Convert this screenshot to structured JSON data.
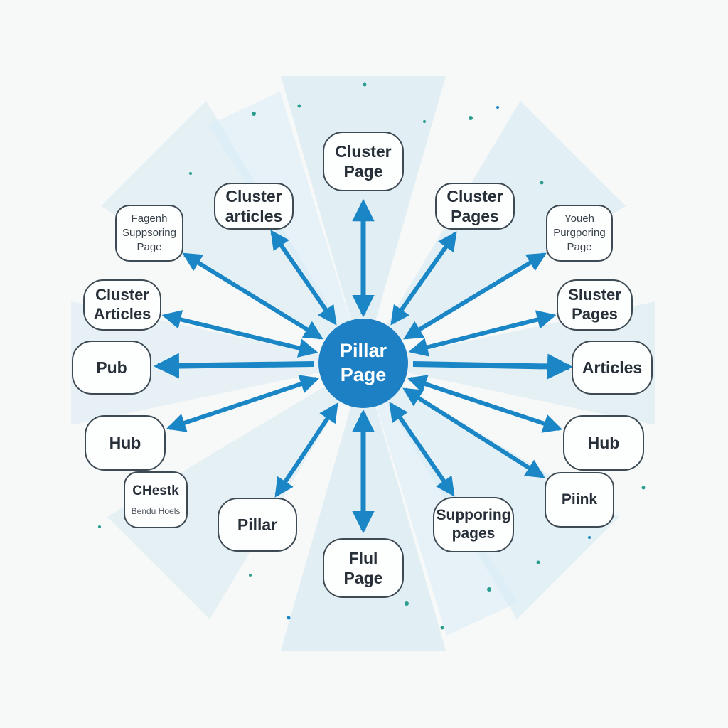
{
  "diagram": {
    "type": "hub-and-spoke content cluster diagram",
    "center": {
      "label": "Pillar\nPage"
    },
    "nodes": [
      {
        "id": "cluster-page-top",
        "label": "Cluster\nPage"
      },
      {
        "id": "cluster-articles-upper-left",
        "label": "Cluster\narticles"
      },
      {
        "id": "supporting-page-upper-left",
        "label": "Fagenh\nSuppsoring\nPage"
      },
      {
        "id": "cluster-articles-left",
        "label": "Cluster\nArticles"
      },
      {
        "id": "pub-left",
        "label": "Pub"
      },
      {
        "id": "hub-left",
        "label": "Hub"
      },
      {
        "id": "chestk-lower-left",
        "label": "CHestk",
        "sublabel": "Bendu Hoels"
      },
      {
        "id": "pillar-bottom-left",
        "label": "Pillar"
      },
      {
        "id": "flul-page-bottom",
        "label": "Flul\nPage"
      },
      {
        "id": "supporting-pages-bottom-right",
        "label": "Supporing\npages"
      },
      {
        "id": "piink-lower-right",
        "label": "Piink"
      },
      {
        "id": "hub-right",
        "label": "Hub"
      },
      {
        "id": "articles-right",
        "label": "Articles"
      },
      {
        "id": "sluster-pages-right",
        "label": "Sluster\nPages"
      },
      {
        "id": "supporting-page-upper-right",
        "label": "Youeh\nPurgporing\nPage"
      },
      {
        "id": "cluster-pages-upper-right",
        "label": "Cluster\nPages"
      }
    ],
    "colors": {
      "hub_fill": "#1e80c4",
      "hub_text": "#ffffff",
      "arrow": "#1a86c6",
      "node_border": "#3d4a54",
      "node_background": "#fdfefe",
      "node_text": "#272f38",
      "ray_fill": "#c3e2f0",
      "dot_teal": "#2a9d8f",
      "dot_blue": "#1a86c6",
      "background": "#f7f8f8"
    }
  }
}
